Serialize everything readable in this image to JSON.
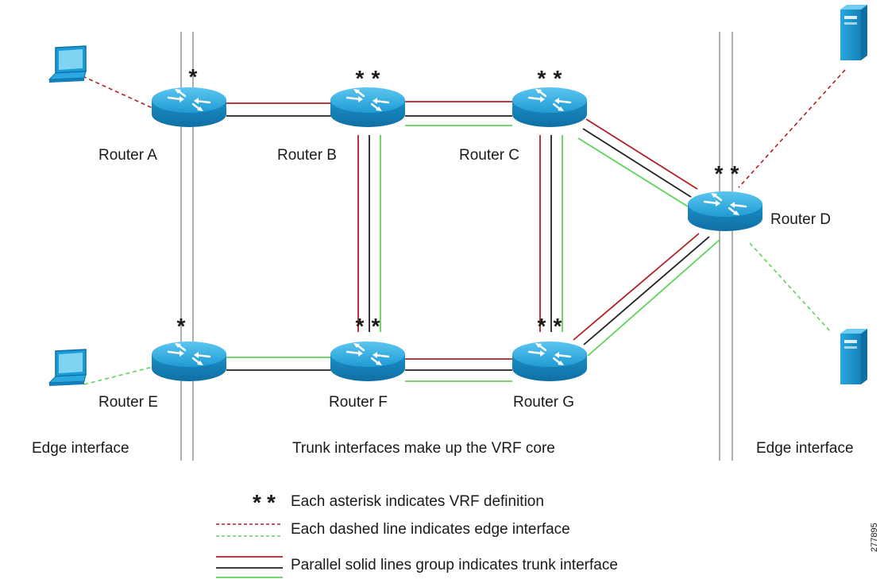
{
  "routers": [
    {
      "id": "A",
      "label": "Router A",
      "vrf": [
        "red"
      ]
    },
    {
      "id": "B",
      "label": "Router B",
      "vrf": [
        "green",
        "red"
      ]
    },
    {
      "id": "C",
      "label": "Router C",
      "vrf": [
        "green",
        "red"
      ]
    },
    {
      "id": "D",
      "label": "Router D",
      "vrf": [
        "green",
        "red"
      ]
    },
    {
      "id": "E",
      "label": "Router E",
      "vrf": [
        "green"
      ]
    },
    {
      "id": "F",
      "label": "Router F",
      "vrf": [
        "green",
        "red"
      ]
    },
    {
      "id": "G",
      "label": "Router G",
      "vrf": [
        "green",
        "red"
      ]
    }
  ],
  "captions": {
    "left_edge": "Edge interface",
    "core": "Trunk interfaces make up the VRF core",
    "right_edge": "Edge interface"
  },
  "legend": {
    "asterisk": "Each asterisk indicates VRF definition",
    "dashed": "Each dashed line indicates edge interface",
    "solid": "Parallel solid lines group indicates trunk interface"
  },
  "figure_id": "277895",
  "colors": {
    "red_vrf": "#b21f24",
    "green_vrf": "#5fd35a",
    "black_line": "#222222",
    "gray_line": "#b0b0b0",
    "device_blue": "#1a9bd6",
    "asterisk_red": "#a11a1a",
    "asterisk_green": "#53d34b"
  }
}
